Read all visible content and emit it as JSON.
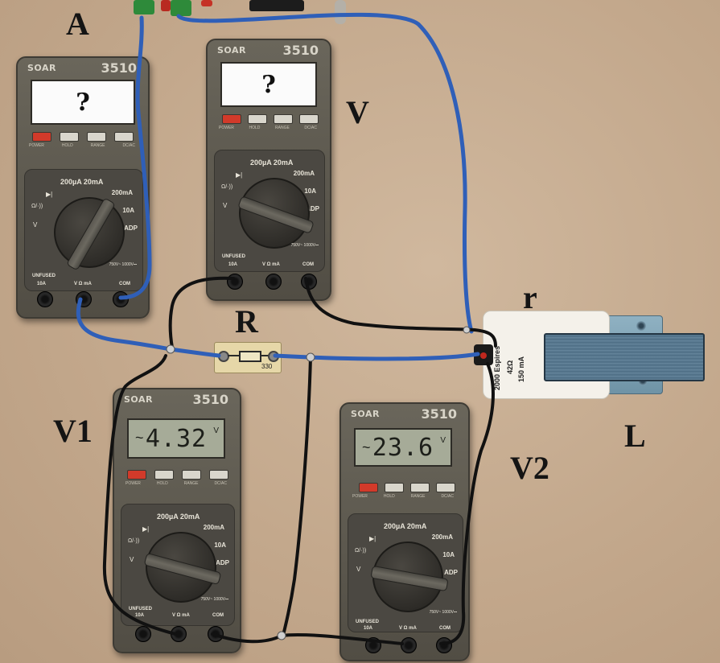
{
  "labels": {
    "ammeter": "A",
    "voltmeter": "V",
    "resistor": "R",
    "coil_resistance": "r",
    "v1": "V1",
    "v2": "V2",
    "inductor": "L"
  },
  "meters": {
    "brand": "SOAR",
    "model": "3510",
    "ammeter_display": "?",
    "voltmeter_display": "?",
    "v1_display": "4.32",
    "v2_display": "23.6",
    "lcd_ac_symbol": "~",
    "lcd_unit": "V",
    "button_labels": [
      "POWER",
      "HOLD",
      "RANGE",
      "DC/AC"
    ],
    "dial_scale_top": "200µA 20mA",
    "dial_scale_ma": "200mA",
    "dial_scale_10a": "10A",
    "dial_scale_adp": "ADP",
    "dial_scale_ohm": "Ω/·))",
    "dial_scale_v": "V",
    "jack_unfused": "UNFUSED",
    "jack_10a": "10A",
    "jack_vohm": "V Ω mA",
    "jack_com": "COM",
    "jack_warning": "750V~ 1000V⎓"
  },
  "resistor": {
    "value": "330"
  },
  "coil": {
    "turns": "2000 Espires",
    "resistance": "42Ω",
    "current": "150 mA"
  },
  "colors": {
    "board": "#c7ad91",
    "meter_body": "#5f5b51",
    "lcd_digital": "#a6ab98",
    "wire_blue": "#2f5fb8",
    "wire_black": "#111111",
    "power_button": "#d23a2a",
    "iron_core": "#5e7f96"
  }
}
